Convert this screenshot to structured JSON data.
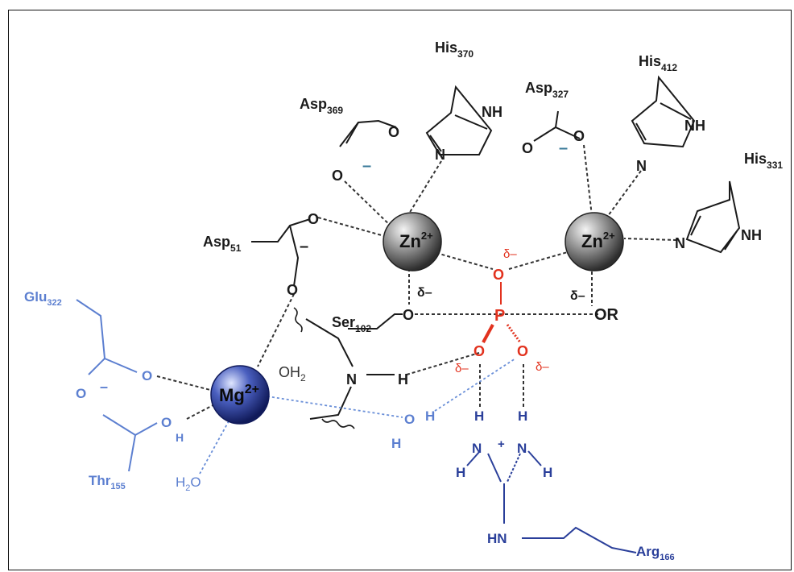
{
  "colors": {
    "black": "#1a1a1a",
    "phosphate": "#e2321e",
    "blue": "#2a3f9a",
    "light_blue": "#6a8fd8",
    "zinc": "#7a7a7a",
    "magnesium": "#2d3f9e"
  },
  "metals": {
    "zn1": {
      "sym": "Zn",
      "charge": "2+"
    },
    "zn2": {
      "sym": "Zn",
      "charge": "2+"
    },
    "mg": {
      "sym": "Mg",
      "charge": "2+"
    }
  },
  "residues": {
    "his370": {
      "name": "His",
      "num": "370"
    },
    "his412": {
      "name": "His",
      "num": "412"
    },
    "his331": {
      "name": "His",
      "num": "331"
    },
    "asp369": {
      "name": "Asp",
      "num": "369"
    },
    "asp327": {
      "name": "Asp",
      "num": "327"
    },
    "asp51": {
      "name": "Asp",
      "num": "51"
    },
    "ser102": {
      "name": "Ser",
      "num": "102"
    },
    "glu322": {
      "name": "Glu",
      "num": "322"
    },
    "thr155": {
      "name": "Thr",
      "num": "155"
    },
    "arg166": {
      "name": "Arg",
      "num": "166"
    }
  },
  "atoms": {
    "O": "O",
    "N": "N",
    "NH": "NH",
    "HN": "HN",
    "H": "H",
    "P": "P",
    "OR": "OR",
    "minus": "–",
    "plus": "+",
    "delta_minus": "δ–",
    "oh2": {
      "sym": "OH",
      "sub": "2"
    },
    "h2o": {
      "pre": "H",
      "sub": "2",
      "post": "O"
    }
  }
}
